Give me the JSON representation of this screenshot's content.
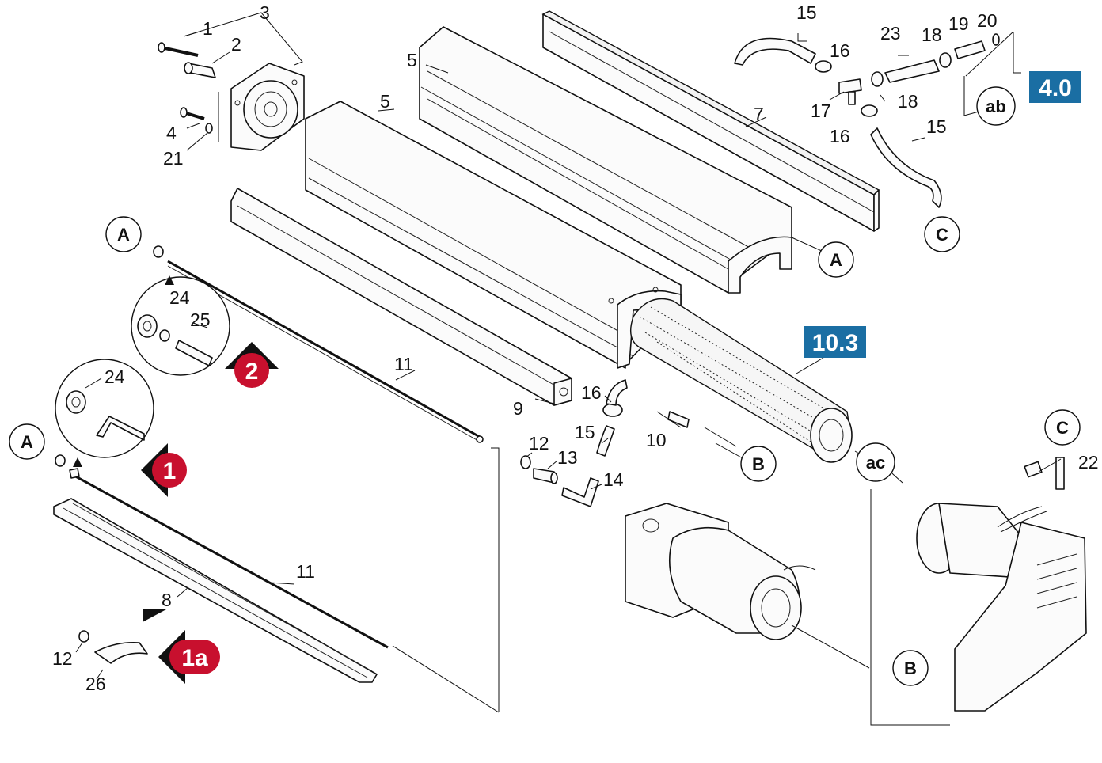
{
  "colors": {
    "badge_blue": "#1a6ea3",
    "marker_red": "#c8102e",
    "ink": "#111111"
  },
  "badges": [
    {
      "id": "badge-4-0",
      "text": "4.0"
    },
    {
      "id": "badge-10-3",
      "text": "10.3"
    }
  ],
  "markers": [
    {
      "id": "marker-1",
      "text": "1"
    },
    {
      "id": "marker-1a",
      "text": "1a"
    },
    {
      "id": "marker-2",
      "text": "2"
    }
  ],
  "connectors": {
    "a_top": "A",
    "a_left": "A",
    "a_right": "A",
    "b_brush": "B",
    "b_motor": "B",
    "c_hose": "C",
    "c_motor": "C",
    "ab": "ab",
    "ac": "ac"
  },
  "callouts": {
    "c1": "1",
    "c2": "2",
    "c3": "3",
    "c4": "4",
    "c21": "21",
    "c5a": "5",
    "c5b": "5",
    "c7": "7",
    "c9": "9",
    "c10": "10",
    "c11a": "11",
    "c11b": "11",
    "c8": "8",
    "c12a": "12",
    "c12b": "12",
    "c13": "13",
    "c14": "14",
    "c15a": "15",
    "c15b": "15",
    "c15c": "15",
    "c16a": "16",
    "c16b": "16",
    "c16c": "16",
    "c17": "17",
    "c18a": "18",
    "c18b": "18",
    "c19": "19",
    "c20": "20",
    "c23": "23",
    "c22": "22",
    "c24a": "24",
    "c24b": "24",
    "c25": "25",
    "c26": "26"
  }
}
